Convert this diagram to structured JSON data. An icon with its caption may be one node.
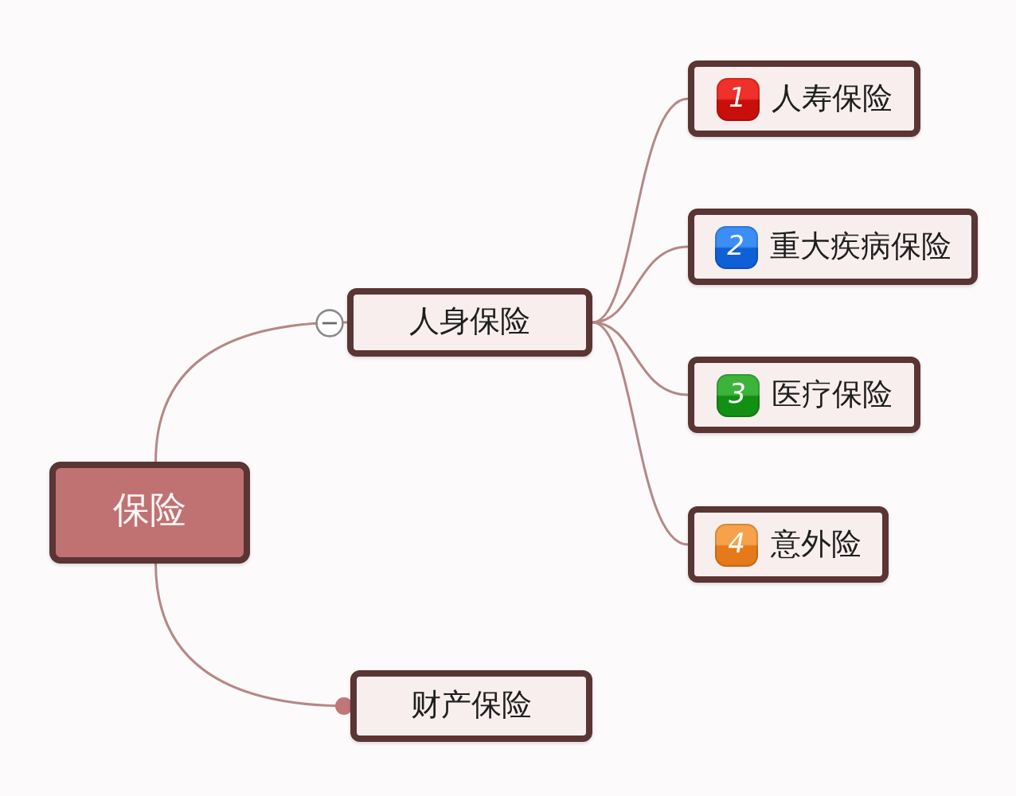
{
  "diagram": {
    "nodes": [
      {
        "text": [
          "保险"
        ]
      },
      {
        "text": [
          "人身保险"
        ]
      },
      {
        "text": [
          "1",
          "人寿保险"
        ]
      },
      {
        "text": [
          "2",
          "重大疾病保险"
        ]
      },
      {
        "text": [
          "3",
          "医疗保险"
        ]
      },
      {
        "text": [
          "4",
          "意外险"
        ]
      },
      {
        "text": [
          "财产保险"
        ]
      }
    ],
    "edges": [
      {
        "from": 0,
        "to": 1,
        "arrow": "none"
      },
      {
        "from": 0,
        "to": 6,
        "arrow": "other"
      },
      {
        "from": 1,
        "to": 2,
        "arrow": "none"
      },
      {
        "from": 1,
        "to": 3,
        "arrow": "none"
      },
      {
        "from": 1,
        "to": 4,
        "arrow": "none"
      },
      {
        "from": 1,
        "to": 5,
        "arrow": "none"
      }
    ]
  }
}
